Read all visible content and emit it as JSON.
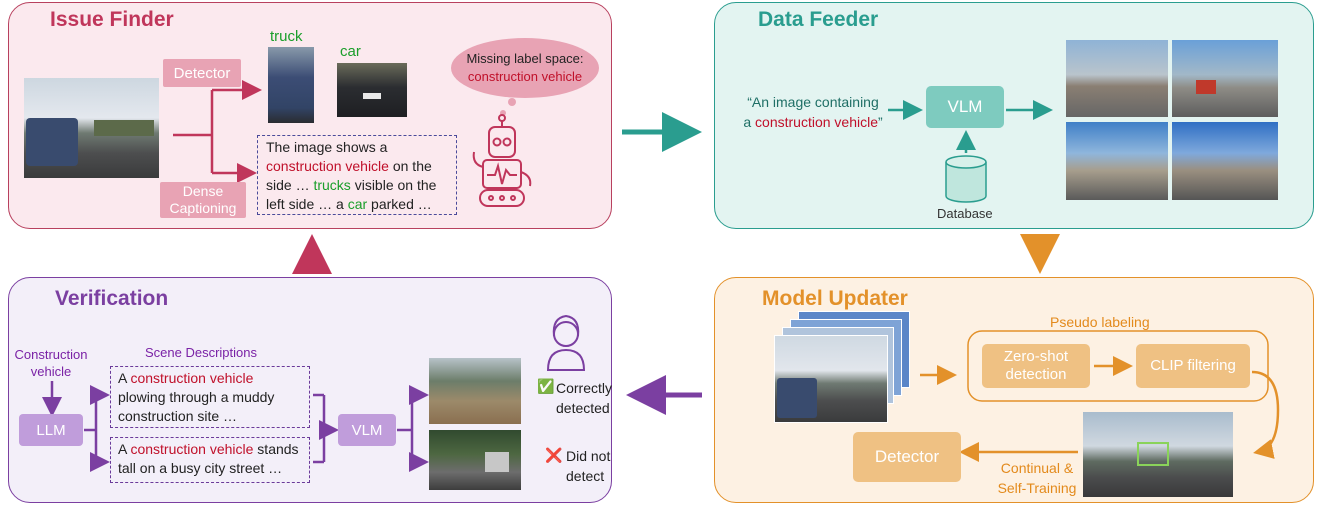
{
  "colors": {
    "issue": "#c0365b",
    "feeder": "#2a9d8f",
    "verify": "#7b3fa1",
    "updater": "#e3912a"
  },
  "issue_finder": {
    "title": "Issue Finder",
    "detector": "Detector",
    "dense_captioning": "Dense Captioning",
    "truck_label": "truck",
    "car_label": "car",
    "bubble_line1": "Missing label space:",
    "bubble_line2": "construction vehicle",
    "caption": {
      "p1": "The image shows a ",
      "p2": "construction vehicle",
      "p3": " on the side … ",
      "p4": "trucks",
      "p5": " visible on the left side … a ",
      "p6": "car",
      "p7": " parked …"
    }
  },
  "data_feeder": {
    "title": "Data Feeder",
    "query_p1": "“An image containing",
    "query_p2": "a ",
    "query_p3": "construction vehicle",
    "query_p4": "”",
    "vlm": "VLM",
    "database": "Database"
  },
  "verification": {
    "title": "Verification",
    "construction_vehicle": "Construction vehicle",
    "llm": "LLM",
    "scene_descriptions": "Scene Descriptions",
    "desc1_p1": "A ",
    "desc1_p2": "construction vehicle",
    "desc1_p3": " plowing through a muddy construction site …",
    "desc2_p1": "A ",
    "desc2_p2": "construction vehicle",
    "desc2_p3": " stands tall on a busy city street …",
    "vlm": "VLM",
    "correct_mark": "✅",
    "correct": "Correctly detected",
    "incorrect_mark": "❌",
    "incorrect": "Did not detect"
  },
  "model_updater": {
    "title": "Model Updater",
    "pseudo_labeling": "Pseudo labeling",
    "zero_shot": "Zero-shot detection",
    "clip": "CLIP filtering",
    "detector": "Detector",
    "continual": "Continual & Self-Training"
  }
}
